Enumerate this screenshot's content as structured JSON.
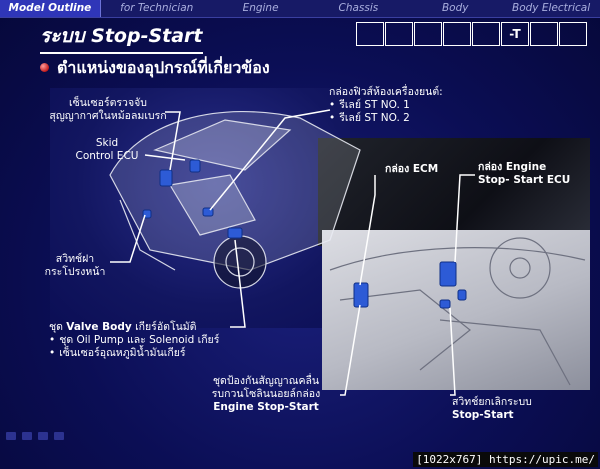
{
  "nav": {
    "items": [
      "Model Outline",
      "for Technician",
      "Engine",
      "Chassis",
      "Body",
      "Body Electrical"
    ],
    "active": "Model Outline"
  },
  "title": "ระบบ Stop-Start",
  "indicator_boxes": [
    "",
    "",
    "",
    "",
    "",
    "-T",
    "",
    ""
  ],
  "heading": "ตำแหน่งของอุปกรณ์ที่เกี่ยวข้อง",
  "labels": {
    "brake_sensor": [
      "เซ็นเซอร์ตรวจจับ",
      "สุญญากาศในหม้อลมเบรก"
    ],
    "skid_ecu": [
      "Skid",
      "Control ECU"
    ],
    "hood_switch": [
      "สวิทช์ฝา",
      "กระโปรงหน้า"
    ],
    "fuse_box": {
      "title": "กล่องฟิวส์ห้องเครื่องยนต์:",
      "items": [
        "รีเลย์ ST NO. 1",
        "รีเลย์ ST NO. 2"
      ]
    },
    "ecm": "กล่อง ECM",
    "stop_start_ecu": [
      "กล่อง Engine",
      "Stop- Start ECU"
    ],
    "valve_body": {
      "title_th": "ชุด",
      "title_en": "Valve Body",
      "title_th2": "เกียร์อัตโนมัติ",
      "items": [
        "ชุด Oil Pump และ Solenoid เกียร์",
        "เซ็นเซอร์อุณหภูมิน้ำมันเกียร์"
      ]
    },
    "noise_filter": [
      "ชุดป้องกันสัญญาณคลื่น",
      "รบกวนโซลินนอยล์กล่อง",
      "Engine Stop-Start"
    ],
    "cancel_switch": [
      "สวิทช์ยกเลิกระบบ",
      "Stop-Start"
    ]
  },
  "badge": "[1022x767] https://upic.me/",
  "colors": {
    "background": "#0b0e55",
    "nav_active": "#2f36b8",
    "component": "#2d5bd6",
    "text": "#ffffff"
  }
}
